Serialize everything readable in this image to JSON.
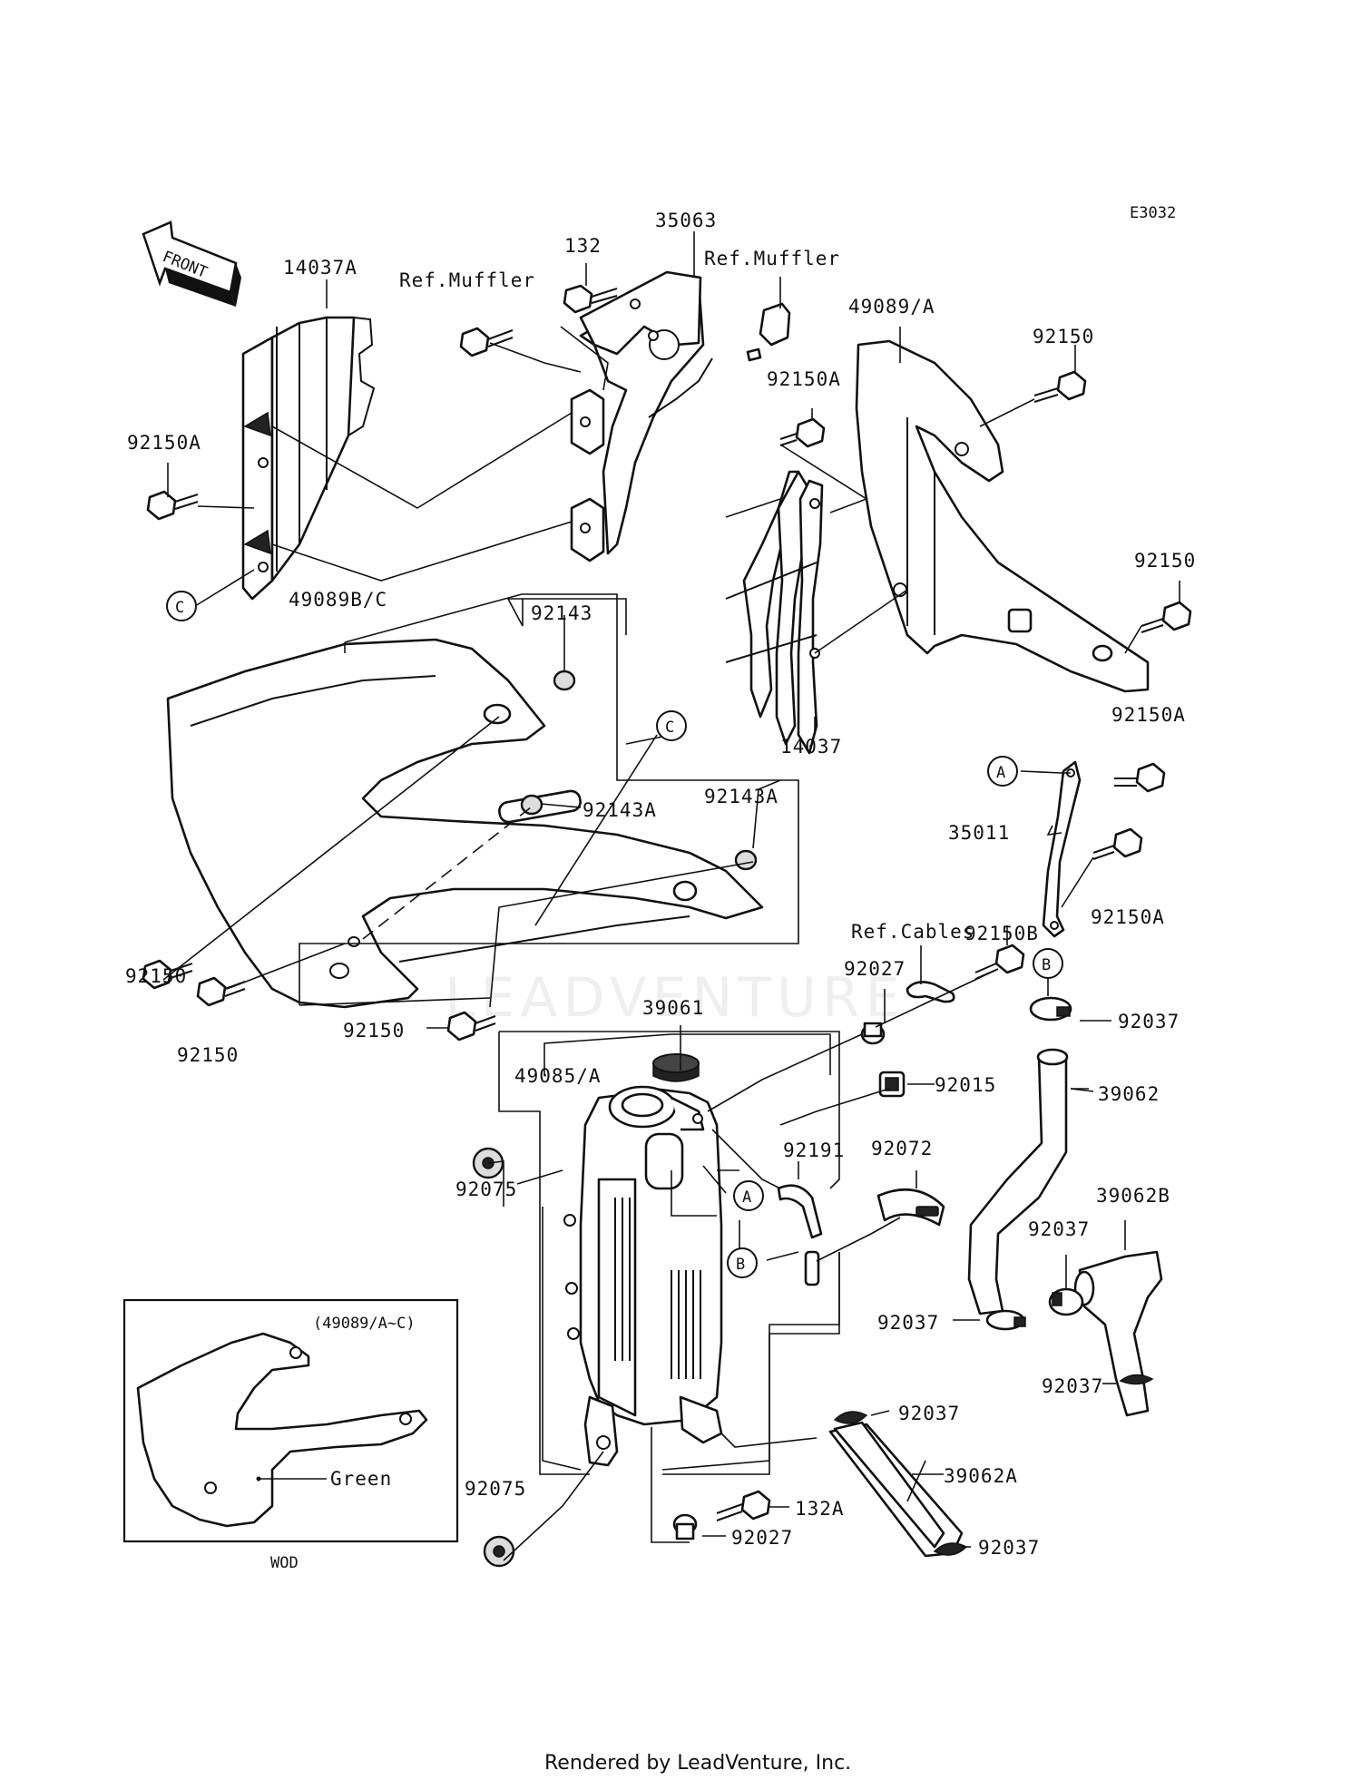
{
  "diagram_code": "E3032",
  "direction_label": "FRONT",
  "watermark": "LEADVENTURE",
  "footer": "Rendered by LeadVenture, Inc.",
  "inset": {
    "variant_label": "(49089/A~C)",
    "color_label": "Green",
    "model_label": "WOD"
  },
  "callouts": [
    "A",
    "B",
    "C"
  ],
  "parts": {
    "p14037A": "14037A",
    "p35063": "35063",
    "p132": "132",
    "ref_muffler_left": "Ref.Muffler",
    "ref_muffler_right": "Ref.Muffler",
    "p49089A": "49089/A",
    "p92150_tr": "92150",
    "p92150A_mid": "92150A",
    "p92150A_left": "92150A",
    "p92150_right": "92150",
    "p49089BC": "49089B/C",
    "p92143": "92143",
    "p14037": "14037",
    "p92150A_r1": "92150A",
    "p35011": "35011",
    "p92143A_1": "92143A",
    "p92143A_2": "92143A",
    "p92150A_r2": "92150A",
    "p92150_l1": "92150",
    "p92150_l2": "92150",
    "p92150_l3": "92150",
    "p92150B": "92150B",
    "ref_cables": "Ref.Cables",
    "p39061": "39061",
    "p92027_top": "92027",
    "p92037_b": "92037",
    "p49085A": "49085/A",
    "p92015": "92015",
    "p39062": "39062",
    "p92191": "92191",
    "p92072": "92072",
    "p92075_top": "92075",
    "p39062B": "39062B",
    "p92037_mid": "92037",
    "p92037_left": "92037",
    "p92037_right": "92037",
    "p92037_low": "92037",
    "p39062A": "39062A",
    "p132A": "132A",
    "p92075_bot": "92075",
    "p92027_bot": "92027",
    "p92037_bottom": "92037"
  }
}
